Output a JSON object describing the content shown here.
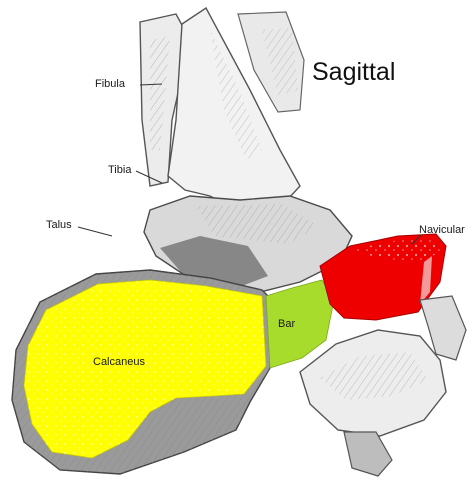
{
  "title": "Sagittal",
  "labels": {
    "fibula": "Fibula",
    "tibia": "Tibia",
    "talus": "Talus",
    "navicular": "Navicular",
    "bar": "Bar",
    "calcaneus": "Calcaneus"
  },
  "colors": {
    "calcaneus": "#ffff00",
    "bar": "#a8dc2c",
    "navicular": "#ee0000",
    "bone_outline": "#555555",
    "bone_shade": "#d4d4d4",
    "background": "#ffffff"
  }
}
